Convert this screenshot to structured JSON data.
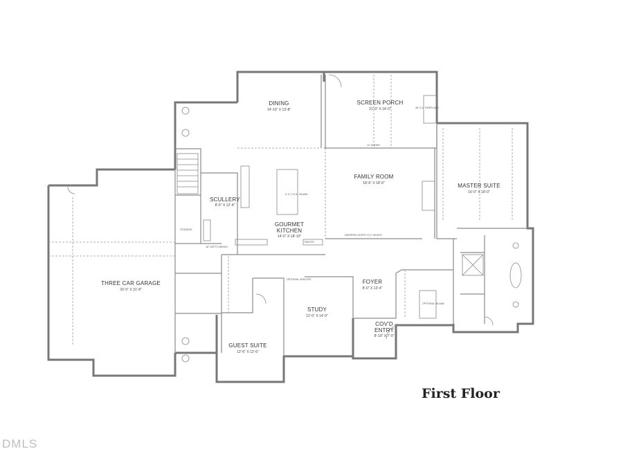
{
  "title": "First Floor",
  "watermark": "DMLS",
  "rooms": [
    {
      "id": "dining",
      "name": "DINING",
      "dim": "14'-10\" X 13'-8\""
    },
    {
      "id": "screen-porch",
      "name": "SCREEN PORCH",
      "dim": "21'-0\" X 14'-0\""
    },
    {
      "id": "family-room",
      "name": "FAMILY ROOM",
      "dim": "18'-6\" X 18'-6\""
    },
    {
      "id": "master-suite",
      "name": "MASTER SUITE",
      "dim": "16'-0\" X 18'-0\""
    },
    {
      "id": "scullery",
      "name": "SCULLERY",
      "dim": "8'-6\" X 12'-4\""
    },
    {
      "id": "gourmet-kitchen",
      "name": "GOURMET",
      "name2": "KITCHEN",
      "dim": "14'-6\" X 18'-10\""
    },
    {
      "id": "three-car-garage",
      "name": "THREE CAR GARAGE",
      "dim": "33'-0\" X 31'-8\""
    },
    {
      "id": "foyer",
      "name": "FOYER",
      "dim": "8'-0\" X 13'-4\""
    },
    {
      "id": "study",
      "name": "STUDY",
      "dim": "12'-0\" X 14'-0\""
    },
    {
      "id": "covd-entry",
      "name": "COV'D",
      "name2": "ENTRY",
      "dim": "8'-10\" X 7'-0\""
    },
    {
      "id": "guest-suite",
      "name": "GUEST SUITE",
      "dim": "12'-6\" X 12'-6\""
    }
  ],
  "notes": {
    "fireplace": "36\" D.V. FIREPLACE",
    "island": "5'-0\" X 5'-8\" ISLAND",
    "slider": "12' SLIDER",
    "dropped_soffit": "DROPPED SOFFIT 9'-0\" HEIGHT",
    "bench": "18\" DEPTH BENCH",
    "pantry": "PANTRY",
    "optional_island": "OPTIONAL ISLAND",
    "optional_shelves": "OPTIONAL SHELVES",
    "storage": "STORAGE"
  }
}
